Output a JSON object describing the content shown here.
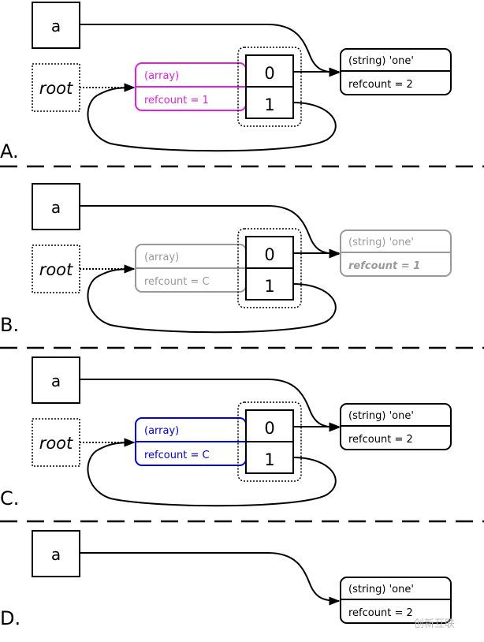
{
  "panels": [
    {
      "label": "A.",
      "var_a": "a",
      "root": "root",
      "array": {
        "type": "(array)",
        "refcount": "refcount = 1",
        "color": "#e020e0"
      },
      "cells": [
        "0",
        "1"
      ],
      "string": {
        "type": "(string) 'one'",
        "refcount": "refcount = 2",
        "color": "#000000",
        "emphasis": false
      },
      "has_root": true
    },
    {
      "label": "B.",
      "var_a": "a",
      "root": "root",
      "array": {
        "type": "(array)",
        "refcount": "refcount = C",
        "color": "#999999"
      },
      "cells": [
        "0",
        "1"
      ],
      "string": {
        "type": "(string) 'one'",
        "refcount": "refcount = 1",
        "color": "#999999",
        "emphasis": true
      },
      "has_root": true
    },
    {
      "label": "C.",
      "var_a": "a",
      "root": "root",
      "array": {
        "type": "(array)",
        "refcount": "refcount = C",
        "color": "#0000e0"
      },
      "cells": [
        "0",
        "1"
      ],
      "string": {
        "type": "(string) 'one'",
        "refcount": "refcount = 2",
        "color": "#000000",
        "emphasis": false
      },
      "has_root": true
    },
    {
      "label": "D.",
      "var_a": "a",
      "string": {
        "type": "(string) 'one'",
        "refcount": "refcount = 2",
        "color": "#000000",
        "emphasis": false
      },
      "has_root": false
    }
  ],
  "watermark": "创新互联"
}
